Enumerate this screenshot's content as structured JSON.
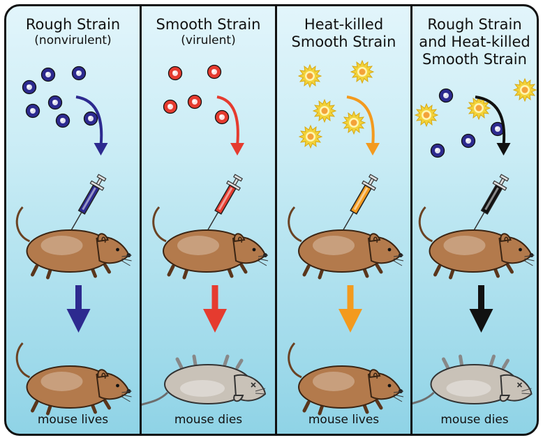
{
  "panels": [
    {
      "title": [
        "Rough Strain",
        "(nonvirulent)"
      ],
      "outcome": "mouse lives",
      "color": "#2d2a8f",
      "bacteria": "rough",
      "result": "alive"
    },
    {
      "title": [
        "Smooth Strain",
        "(virulent)"
      ],
      "outcome": "mouse dies",
      "color": "#e53b2f",
      "bacteria": "smooth",
      "result": "dead"
    },
    {
      "title": [
        "Heat-killed",
        "Smooth Strain"
      ],
      "outcome": "mouse lives",
      "color": "#f39a1e",
      "bacteria": "heat-killed",
      "result": "alive"
    },
    {
      "title": [
        "Rough Strain",
        "and Heat-killed",
        "Smooth Strain"
      ],
      "outcome": "mouse dies",
      "color": "#111111",
      "bacteria": "mixed",
      "result": "dead"
    }
  ],
  "colors": {
    "mouse": "#b37a4c",
    "dead_mouse": "#c9c2b8",
    "rough": "#2d2a8f",
    "smooth": "#e53b2f",
    "heat_killed": "#f2d23a"
  }
}
